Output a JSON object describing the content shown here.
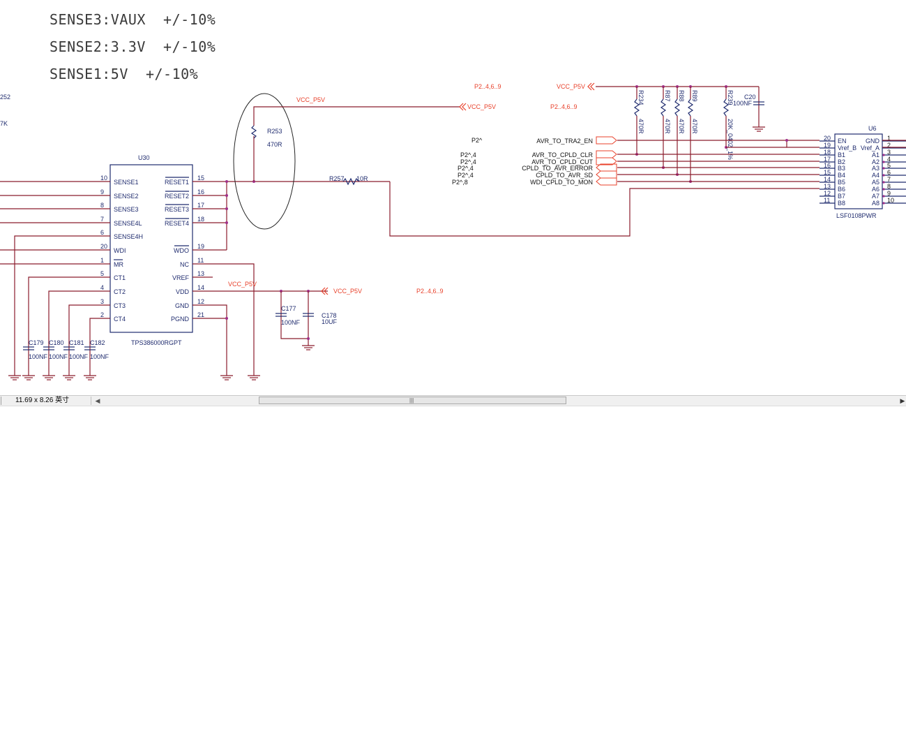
{
  "notes": [
    "SENSE3:VAUX  +/-10%",
    "SENSE2:3.3V  +/-10%",
    "SENSE1:5V  +/-10%"
  ],
  "left_edge": {
    "top": "252",
    "bottom": "7K"
  },
  "u30": {
    "ref": "U30",
    "part": "TPS386000RGPT",
    "left_pins": [
      {
        "num": "10",
        "name": "SENSE1"
      },
      {
        "num": "9",
        "name": "SENSE2"
      },
      {
        "num": "8",
        "name": "SENSE3"
      },
      {
        "num": "7",
        "name": "SENSE4L"
      },
      {
        "num": "6",
        "name": "SENSE4H"
      },
      {
        "num": "20",
        "name": "WDI"
      },
      {
        "num": "1",
        "name": "MR"
      },
      {
        "num": "5",
        "name": "CT1"
      },
      {
        "num": "4",
        "name": "CT2"
      },
      {
        "num": "3",
        "name": "CT3"
      },
      {
        "num": "2",
        "name": "CT4"
      }
    ],
    "right_pins": [
      {
        "num": "15",
        "name": "RESET1"
      },
      {
        "num": "16",
        "name": "RESET2"
      },
      {
        "num": "17",
        "name": "RESET3"
      },
      {
        "num": "18",
        "name": "RESET4"
      },
      {
        "num": "19",
        "name": "WDO"
      },
      {
        "num": "11",
        "name": "NC"
      },
      {
        "num": "13",
        "name": "VREF"
      },
      {
        "num": "14",
        "name": "VDD"
      },
      {
        "num": "12",
        "name": "GND"
      },
      {
        "num": "21",
        "name": "PGND"
      }
    ]
  },
  "r253": {
    "ref": "R253",
    "value": "470R"
  },
  "r257": {
    "ref": "R257",
    "value": "10R"
  },
  "vcc_labels": {
    "top": "VCC_P5V",
    "mid": "VCC_P5V",
    "vdd": "VCC_P5V",
    "vdd_port": "VCC_P5V",
    "resistor_port": "VCC_P5V"
  },
  "page_refs": {
    "a": "P2..4,6..9",
    "b": "P2..4,6..9",
    "c": "P2..4,6..9",
    "p2": "P2^",
    "p2_list": [
      "P2^,4",
      "P2^,4",
      "P2^,4",
      "P2^,4",
      "P2^,8"
    ]
  },
  "caps_bottom": [
    {
      "ref": "C179",
      "value": "100NF"
    },
    {
      "ref": "C180",
      "value": "100NF"
    },
    {
      "ref": "C181",
      "value": "100NF"
    },
    {
      "ref": "C182",
      "value": "100NF"
    }
  ],
  "c177": {
    "ref": "C177",
    "value": "100NF"
  },
  "c178": {
    "ref": "C178",
    "value": "10UF"
  },
  "c20": {
    "ref": "C20",
    "value": "100NF"
  },
  "pullups": [
    {
      "ref": "R234",
      "value": "470R"
    },
    {
      "ref": "R87",
      "value": "470R"
    },
    {
      "ref": "R88",
      "value": "470R"
    },
    {
      "ref": "R89",
      "value": "470R"
    },
    {
      "ref": "R239",
      "value": "20K_0402_1%"
    }
  ],
  "signals": [
    "AVR_TO_TRA2_EN",
    "AVR_TO_CPLD_CLR",
    "AVR_TO_CPLD_CUT",
    "CPLD_TO_AVR_ERROR",
    "CPLD_TO_AVR_SD",
    "WDI_CPLD_TO_MON"
  ],
  "u6": {
    "ref": "U6",
    "part": "LSF0108PWR",
    "left_pins": [
      {
        "num": "20",
        "name": "EN"
      },
      {
        "num": "19",
        "name": "Vref_B"
      },
      {
        "num": "18",
        "name": "B1"
      },
      {
        "num": "17",
        "name": "B2"
      },
      {
        "num": "16",
        "name": "B3"
      },
      {
        "num": "15",
        "name": "B4"
      },
      {
        "num": "14",
        "name": "B5"
      },
      {
        "num": "13",
        "name": "B6"
      },
      {
        "num": "12",
        "name": "B7"
      },
      {
        "num": "11",
        "name": "B8"
      }
    ],
    "right_pins": [
      {
        "num": "1",
        "name": "GND"
      },
      {
        "num": "2",
        "name": "Vref_A"
      },
      {
        "num": "3",
        "name": "A1"
      },
      {
        "num": "4",
        "name": "A2"
      },
      {
        "num": "5",
        "name": "A3"
      },
      {
        "num": "6",
        "name": "A4"
      },
      {
        "num": "7",
        "name": "A5"
      },
      {
        "num": "8",
        "name": "A6"
      },
      {
        "num": "9",
        "name": "A7"
      },
      {
        "num": "10",
        "name": "A8"
      }
    ]
  },
  "statusbar": {
    "page_size": "11.69 x 8.26 英寸"
  },
  "colors": {
    "wire": "#8b1c2c",
    "part": "#1f2b6e",
    "junction": "#a0308a",
    "power": "#e8412b"
  }
}
